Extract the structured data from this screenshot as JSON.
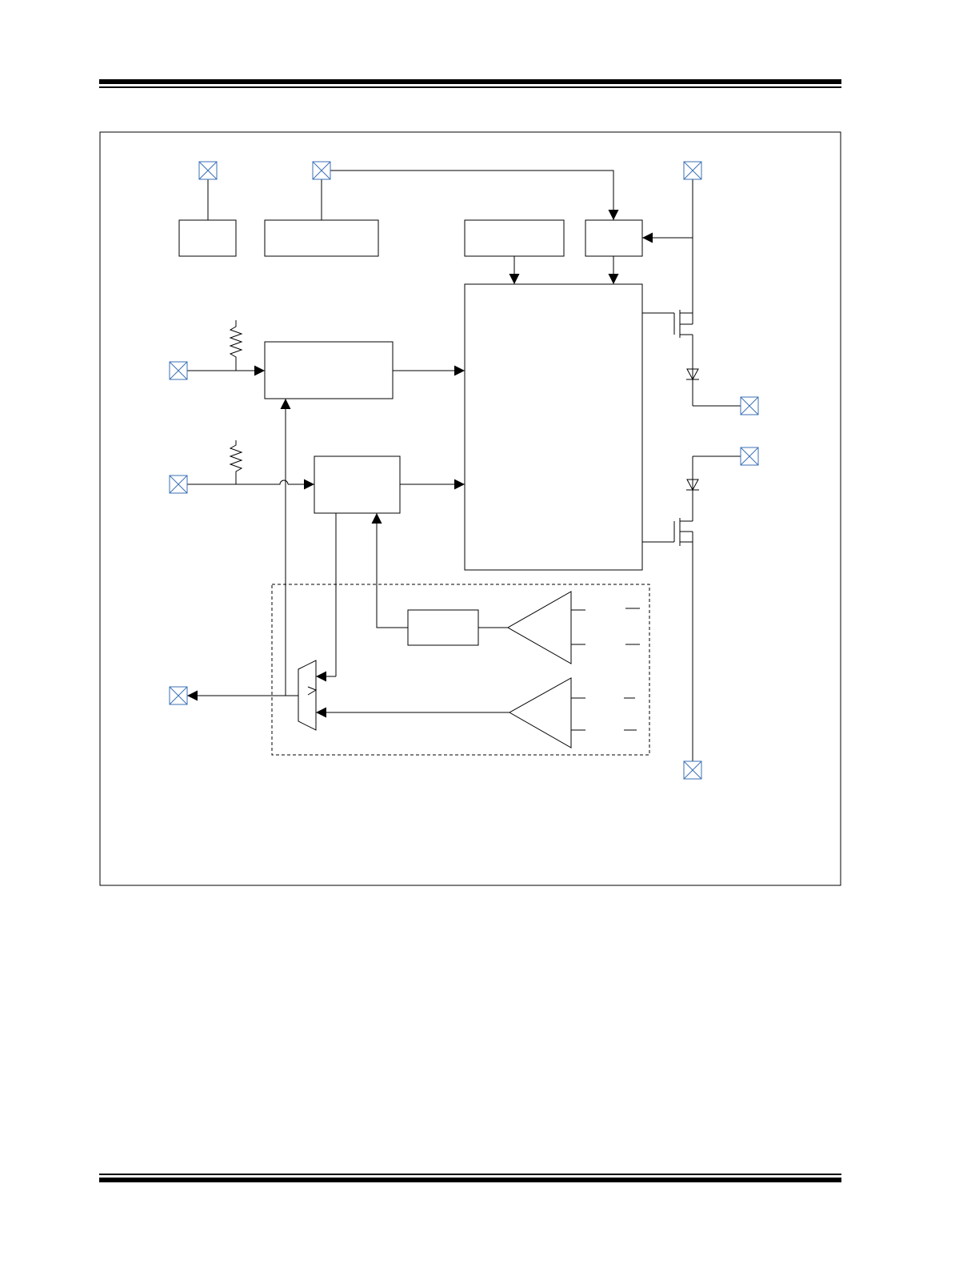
{
  "page": {
    "background": "#ffffff"
  },
  "diagram": {
    "line_color": "#000000",
    "pad_color": "#3b6fb6",
    "pins": [
      {
        "id": "pin-top-left"
      },
      {
        "id": "pin-top-middle"
      },
      {
        "id": "pin-top-right"
      },
      {
        "id": "pin-input-1"
      },
      {
        "id": "pin-input-2"
      },
      {
        "id": "pin-output-left"
      },
      {
        "id": "pin-output-right-upper"
      },
      {
        "id": "pin-output-right-lower"
      },
      {
        "id": "pin-bottom-right"
      }
    ]
  }
}
